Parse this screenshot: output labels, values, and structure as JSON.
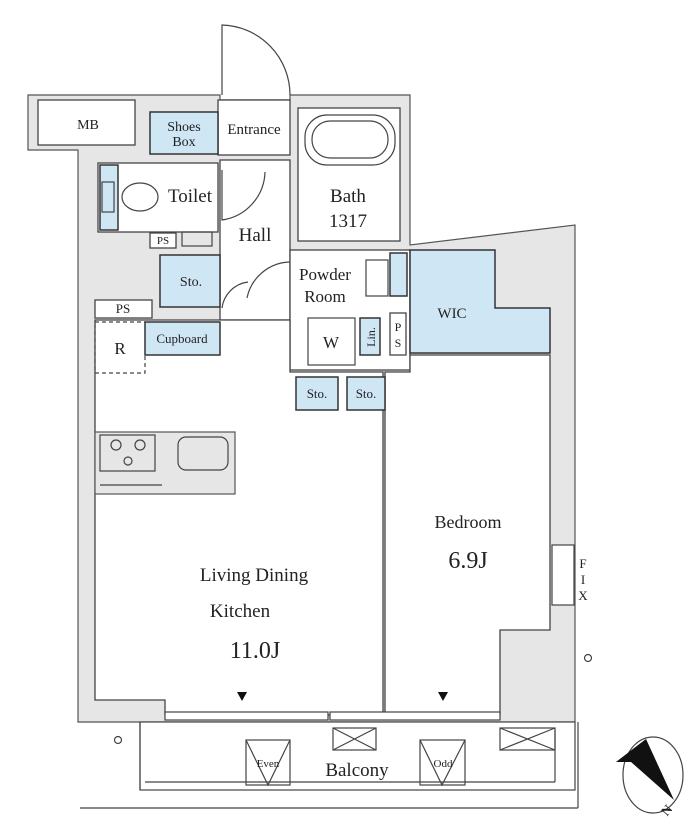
{
  "rooms": {
    "mb": "MB",
    "shoes_box_1": "Shoes",
    "shoes_box_2": "Box",
    "entrance": "Entrance",
    "toilet": "Toilet",
    "ps_small": "PS",
    "hall": "Hall",
    "bath": "Bath",
    "bath_size": "1317",
    "storage_hall": "Sto.",
    "powder_1": "Powder",
    "powder_2": "Room",
    "washer": "W",
    "linen": "Lin.",
    "ps_vertical_1": "P",
    "ps_vertical_2": "S",
    "wic": "WIC",
    "ps_left": "PS",
    "refrigerator": "R",
    "cupboard": "Cupboard",
    "storage_1": "Sto.",
    "storage_2": "Sto.",
    "bedroom": "Bedroom",
    "bedroom_size": "6.9J",
    "ldk_1": "Living Dining",
    "ldk_2": "Kitchen",
    "ldk_size": "11.0J",
    "fix_1": "F",
    "fix_2": "I",
    "fix_3": "X",
    "balcony": "Balcony",
    "even": "Even",
    "odd": "Odd"
  },
  "compass": {
    "label": "N"
  },
  "colors": {
    "storage_blue": "#cfe6f5",
    "wall_gray": "#e6e6e6"
  }
}
